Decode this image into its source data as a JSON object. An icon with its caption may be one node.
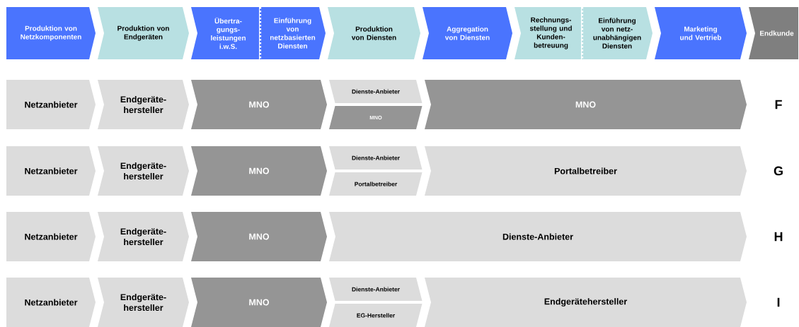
{
  "diagram": {
    "nodes": [
      {
        "text": [
          "Produktion von Netzkomponenten"
        ]
      },
      {
        "text": [
          "Produktion von Endgeräten"
        ]
      },
      {
        "text": [
          "Übertra- gungs- leistungen i.w.S."
        ]
      },
      {
        "text": [
          "Einführung von netzbasierten Diensten"
        ]
      },
      {
        "text": [
          "Produktion von Diensten"
        ]
      },
      {
        "text": [
          "Aggregation von Diensten"
        ]
      },
      {
        "text": [
          "Rechnungs- stellung und Kunden- betreuung"
        ]
      },
      {
        "text": [
          "Einführung von netz- unabhängigen Diensten"
        ]
      },
      {
        "text": [
          "Marketing und Vertrieb"
        ]
      },
      {
        "text": [
          "Endkunde"
        ]
      },
      {
        "text": [
          "Netzanbieter"
        ]
      },
      {
        "text": [
          "Endgeräte- hersteller"
        ]
      },
      {
        "text": [
          "MNO"
        ]
      },
      {
        "text": [
          "Dienste-Anbieter"
        ]
      },
      {
        "text": [
          "MNO"
        ]
      },
      {
        "text": [
          "MNO"
        ]
      },
      {
        "text": [
          "Netzanbieter"
        ]
      },
      {
        "text": [
          "Endgeräte- hersteller"
        ]
      },
      {
        "text": [
          "MNO"
        ]
      },
      {
        "text": [
          "Dienste-Anbieter"
        ]
      },
      {
        "text": [
          "Portalbetreiber"
        ]
      },
      {
        "text": [
          "Portalbetreiber"
        ]
      },
      {
        "text": [
          "Netzanbieter"
        ]
      },
      {
        "text": [
          "Endgeräte- hersteller"
        ]
      },
      {
        "text": [
          "MNO"
        ]
      },
      {
        "text": [
          "Dienste-Anbieter"
        ]
      },
      {
        "text": [
          "Netzanbieter"
        ]
      },
      {
        "text": [
          "Endgeräte- hersteller"
        ]
      },
      {
        "text": [
          "MNO"
        ]
      },
      {
        "text": [
          "Dienste-Anbieter"
        ]
      },
      {
        "text": [
          "EG-Hersteller"
        ]
      },
      {
        "text": [
          "Endgerätehersteller"
        ]
      }
    ],
    "labels": [
      "F",
      "G",
      "H",
      "I"
    ]
  }
}
